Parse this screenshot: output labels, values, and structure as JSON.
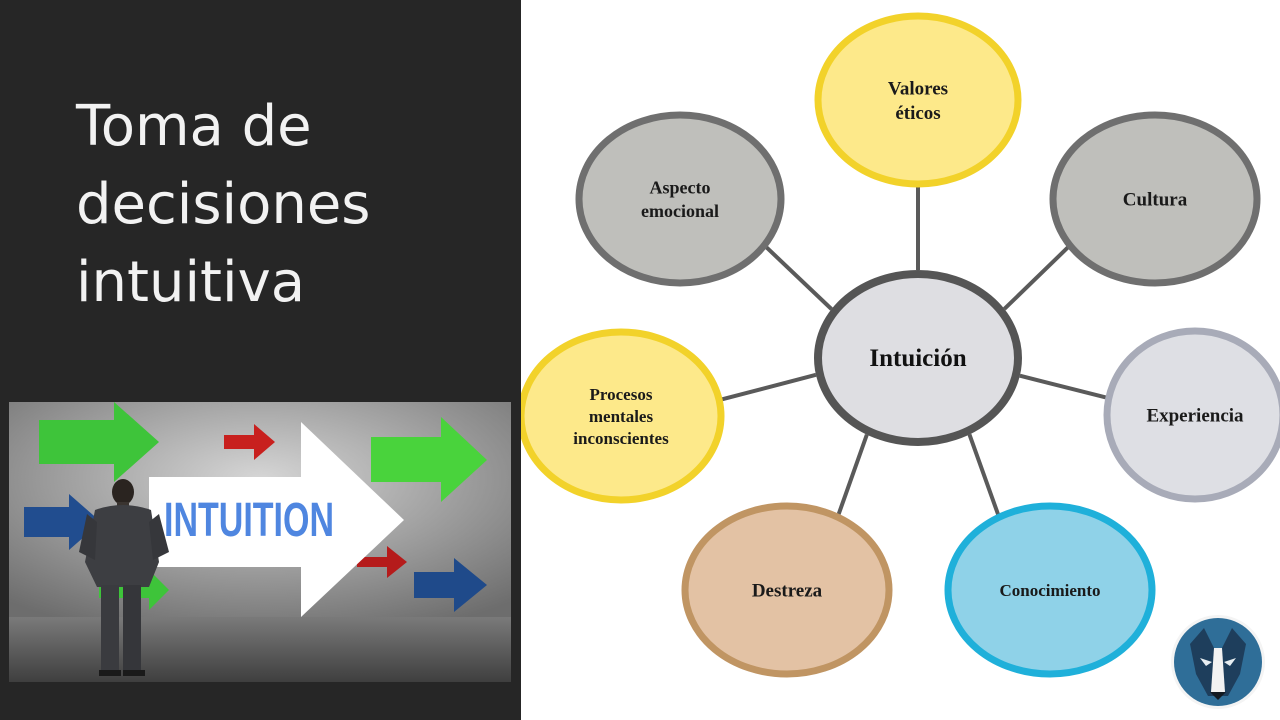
{
  "slide": {
    "title_lines": [
      "Toma de",
      "decisiones",
      "intuitiva"
    ]
  },
  "photo": {
    "sign_text": "INTUITION"
  },
  "diagram": {
    "center": "Intuición",
    "nodes": [
      {
        "id": "valores",
        "lines": [
          "Valores",
          "éticos"
        ],
        "color": "#fde98a",
        "border": "#f2d22a"
      },
      {
        "id": "cultura",
        "lines": [
          "Cultura"
        ],
        "color": "#bfbfbb",
        "border": "#6f6f6f"
      },
      {
        "id": "experiencia",
        "lines": [
          "Experiencia"
        ],
        "color": "#dedfe4",
        "border": "#a8abb8"
      },
      {
        "id": "conocimiento",
        "lines": [
          "Conocimiento"
        ],
        "color": "#8fd2e8",
        "border": "#1fb0da"
      },
      {
        "id": "destreza",
        "lines": [
          "Destreza"
        ],
        "color": "#e3c2a4",
        "border": "#c09563"
      },
      {
        "id": "procesos",
        "lines": [
          "Procesos",
          "mentales",
          "inconscientes"
        ],
        "color": "#fde98a",
        "border": "#f2d22a"
      },
      {
        "id": "aspecto",
        "lines": [
          "Aspecto",
          "emocional"
        ],
        "color": "#bfbfbb",
        "border": "#6f6f6f"
      }
    ]
  },
  "colors": {
    "left_bg": "#262626",
    "title_text": "#f2f2f2",
    "connector": "#5a5a5a",
    "center_fill": "#dedee2",
    "center_border": "#555555"
  }
}
